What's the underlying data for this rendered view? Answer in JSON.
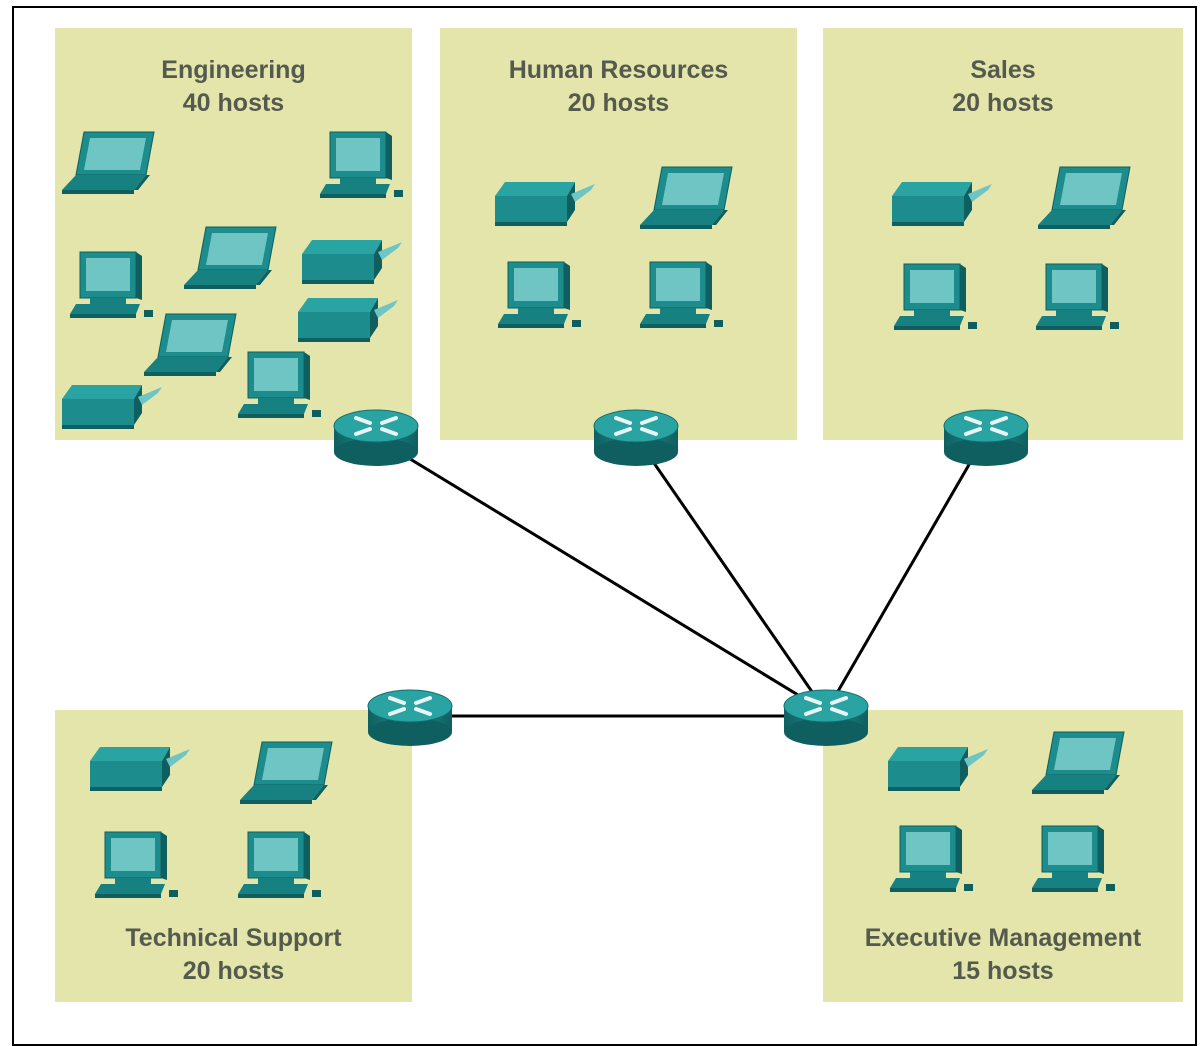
{
  "colors": {
    "zone_fill": "#e3e5aa",
    "device_teal": "#1c8c8c",
    "device_dark": "#0f5f60",
    "screen": "#6fc4c4",
    "link": "#000000",
    "label_text": "#555a4e"
  },
  "zones": {
    "engineering": {
      "name": "Engineering",
      "hosts": "40 hosts"
    },
    "hr": {
      "name": "Human Resources",
      "hosts": "20 hosts"
    },
    "sales": {
      "name": "Sales",
      "hosts": "20 hosts"
    },
    "tech": {
      "name": "Technical Support",
      "hosts": "20 hosts"
    },
    "exec": {
      "name": "Executive Management",
      "hosts": "15 hosts"
    }
  },
  "icons": [
    "laptop-icon",
    "desktop-icon",
    "printer-icon",
    "router-icon"
  ],
  "routers": [
    "engineering",
    "hr",
    "sales",
    "tech",
    "core"
  ],
  "links": [
    [
      "engineering",
      "core"
    ],
    [
      "hr",
      "core"
    ],
    [
      "sales",
      "core"
    ],
    [
      "tech",
      "core"
    ]
  ]
}
